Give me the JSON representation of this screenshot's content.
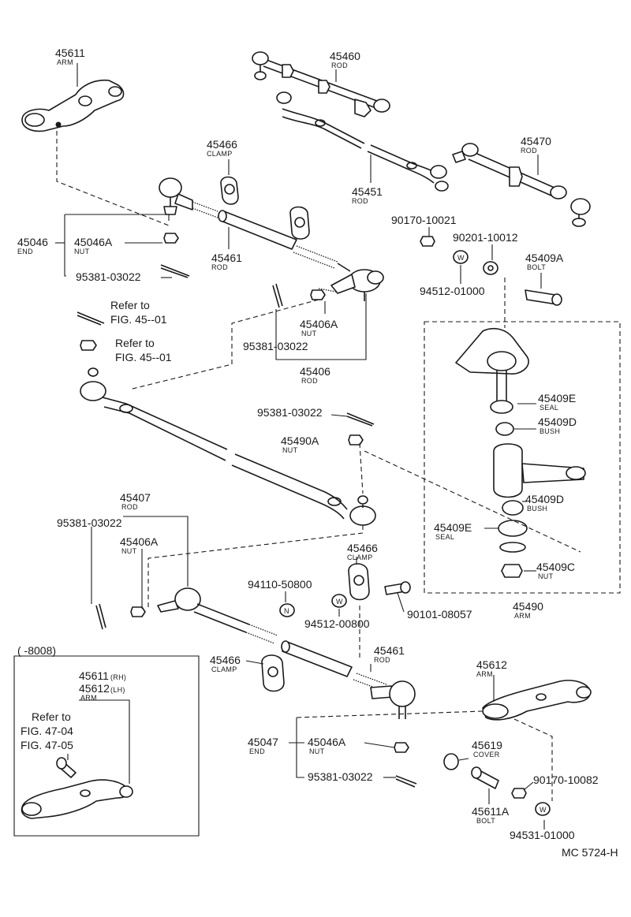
{
  "callouts": {
    "arm_45611": {
      "number": "45611",
      "name": "ARM"
    },
    "rod_45460": {
      "number": "45460",
      "name": "ROD"
    },
    "clamp_45466_top": {
      "number": "45466",
      "name": "CLAMP"
    },
    "rod_45470": {
      "number": "45470",
      "name": "ROD"
    },
    "rod_45451": {
      "number": "45451",
      "name": "ROD"
    },
    "end_45046": {
      "number": "45046",
      "name": "END"
    },
    "nut_45046A_top": {
      "number": "45046A",
      "name": "NUT"
    },
    "rod_45461_top": {
      "number": "45461",
      "name": "ROD"
    },
    "pin_95381_a": {
      "number": "95381-03022"
    },
    "part_90170_10021": {
      "number": "90170-10021"
    },
    "part_90201_10012": {
      "number": "90201-10012"
    },
    "bolt_45409A": {
      "number": "45409A",
      "name": "BOLT"
    },
    "washer_94512_01000": {
      "number": "94512-01000"
    },
    "nut_45406A_top": {
      "number": "45406A",
      "name": "NUT"
    },
    "pin_95381_b": {
      "number": "95381-03022"
    },
    "rod_45406": {
      "number": "45406",
      "name": "ROD"
    },
    "seal_45409E_top": {
      "number": "45409E",
      "name": "SEAL"
    },
    "bush_45409D_top": {
      "number": "45409D",
      "name": "BUSH"
    },
    "pin_95381_c": {
      "number": "95381-03022"
    },
    "nut_45490A": {
      "number": "45490A",
      "name": "NUT"
    },
    "rod_45407": {
      "number": "45407",
      "name": "ROD"
    },
    "pin_95381_d": {
      "number": "95381-03022"
    },
    "nut_45406A_bottom": {
      "number": "45406A",
      "name": "NUT"
    },
    "bush_45409D_bottom": {
      "number": "45409D",
      "name": "BUSH"
    },
    "seal_45409E_bottom": {
      "number": "45409E",
      "name": "SEAL"
    },
    "clamp_45466_mid": {
      "number": "45466",
      "name": "CLAMP"
    },
    "nut_45409C": {
      "number": "45409C",
      "name": "NUT"
    },
    "part_94110_50800": {
      "number": "94110-50800"
    },
    "washer_94512_00800": {
      "number": "94512-00800"
    },
    "bolt_90101_08057": {
      "number": "90101-08057"
    },
    "arm_45490": {
      "number": "45490",
      "name": "ARM"
    },
    "clamp_45466_bottom": {
      "number": "45466",
      "name": "CLAMP"
    },
    "rod_45461_bottom": {
      "number": "45461",
      "name": "ROD"
    },
    "arm_45612": {
      "number": "45612",
      "name": "ARM"
    },
    "end_45047": {
      "number": "45047",
      "name": "END"
    },
    "nut_45046A_bottom": {
      "number": "45046A",
      "name": "NUT"
    },
    "cover_45619": {
      "number": "45619",
      "name": "COVER"
    },
    "pin_95381_e": {
      "number": "95381-03022"
    },
    "part_90170_10082": {
      "number": "90170-10082"
    },
    "bolt_45611A": {
      "number": "45611A",
      "name": "BOLT"
    },
    "washer_94531_01000": {
      "number": "94531-01000"
    }
  },
  "references": {
    "ref_a_line1": "Refer to",
    "ref_a_line2": "FIG. 45--01",
    "ref_b_line1": "Refer to",
    "ref_b_line2": "FIG. 45--01"
  },
  "inset": {
    "range": "(      -8008)",
    "arm_rh_number": "45611",
    "arm_rh_tag": "(RH)",
    "arm_lh_number": "45612",
    "arm_lh_tag": "(LH)",
    "arm_name": "ARM",
    "refer_line1": "Refer to",
    "refer_line2": "FIG. 47-04",
    "refer_line3": "FIG. 47-05"
  },
  "washer_marks": {
    "w": "W",
    "n": "N"
  },
  "drawing_code": "MC 5724-H"
}
